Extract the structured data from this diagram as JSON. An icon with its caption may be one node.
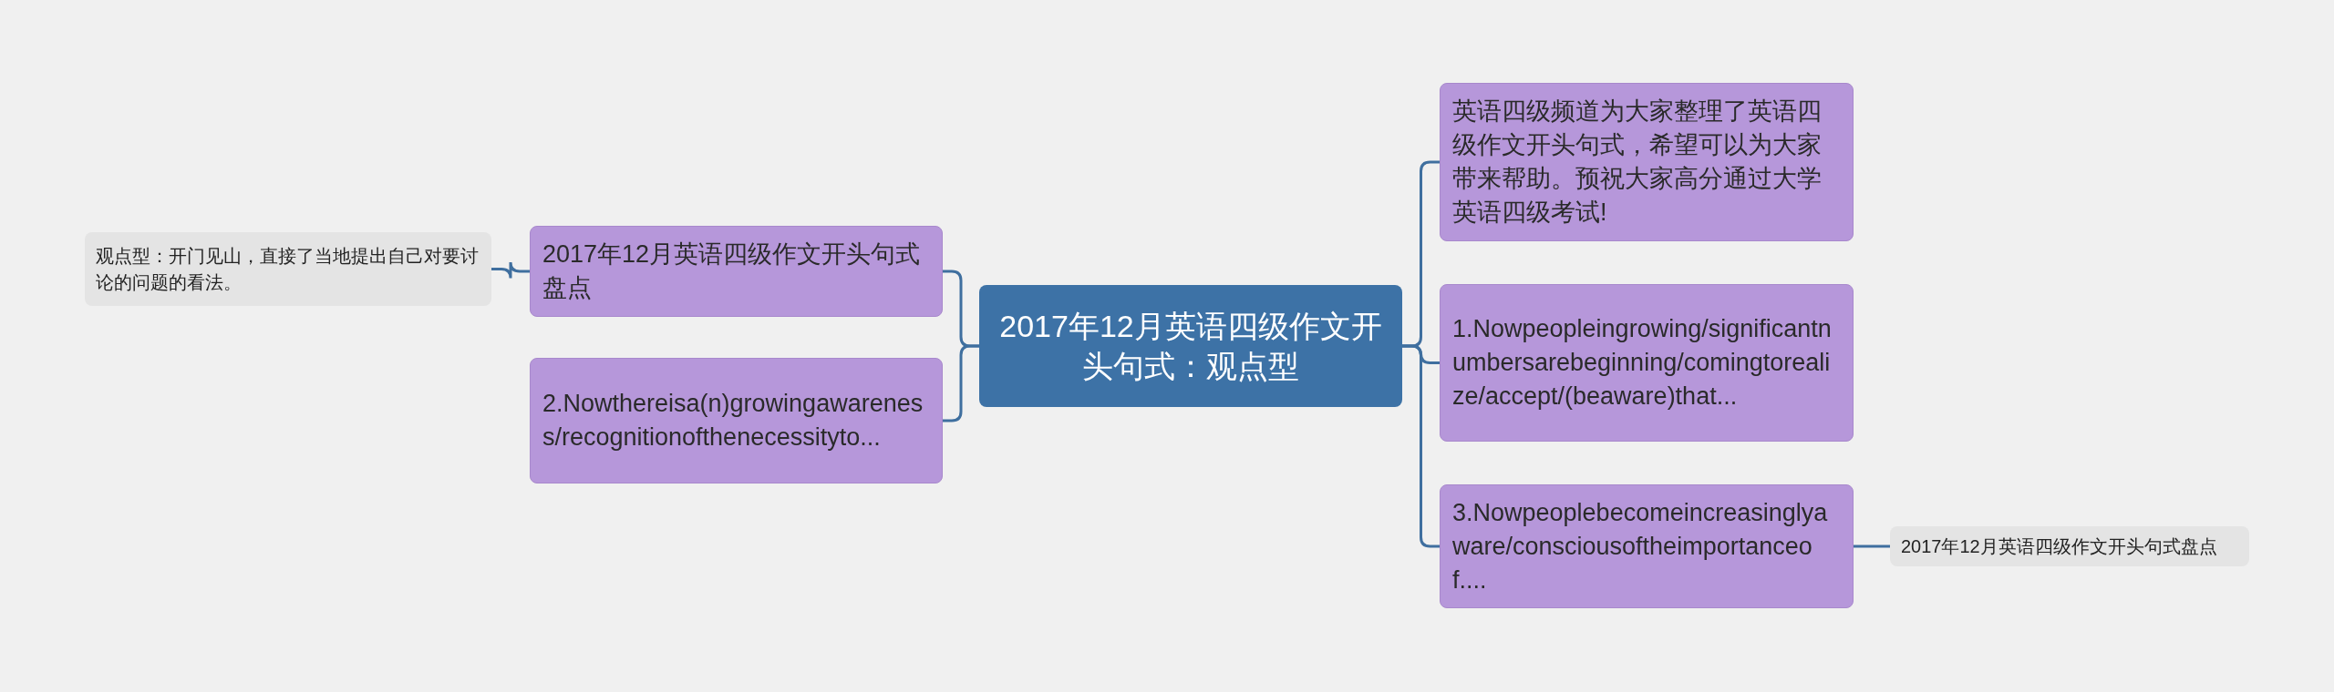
{
  "diagram": {
    "nodes": [
      {
        "text": [
          "2017年12月英语四级作文开头句式：观点型"
        ]
      },
      {
        "text": [
          "2017年12月英语四级作文开头句式盘点"
        ]
      },
      {
        "text": [
          "2.Nowthereisa(n)growingawareness/recognitionofthenecessityto..."
        ]
      },
      {
        "text": [
          "观点型：开门见山，直接了当地提出自己对要讨论的问题的看法。"
        ]
      },
      {
        "text": [
          "英语四级频道为大家整理了英语四级作文开头句式，希望可以为大家带来帮助。预祝大家高分通过大学英语四级考试!"
        ]
      },
      {
        "text": [
          "1.Nowpeopleingrowing/significantnumbersarebeginning/comingtorealize/accept/(beaware)that..."
        ]
      },
      {
        "text": [
          "3.Nowpeoplebecomeincreasinglyaware/consciousoftheimportanceof...."
        ]
      },
      {
        "text": [
          "2017年12月英语四级作文开头句式盘点"
        ]
      }
    ],
    "edges": [
      {
        "from": 0,
        "to": 1,
        "arrow": "none"
      },
      {
        "from": 0,
        "to": 2,
        "arrow": "none"
      },
      {
        "from": 1,
        "to": 3,
        "arrow": "none"
      },
      {
        "from": 0,
        "to": 4,
        "arrow": "none"
      },
      {
        "from": 0,
        "to": 5,
        "arrow": "none"
      },
      {
        "from": 0,
        "to": 6,
        "arrow": "none"
      },
      {
        "from": 6,
        "to": 7,
        "arrow": "none"
      }
    ]
  }
}
